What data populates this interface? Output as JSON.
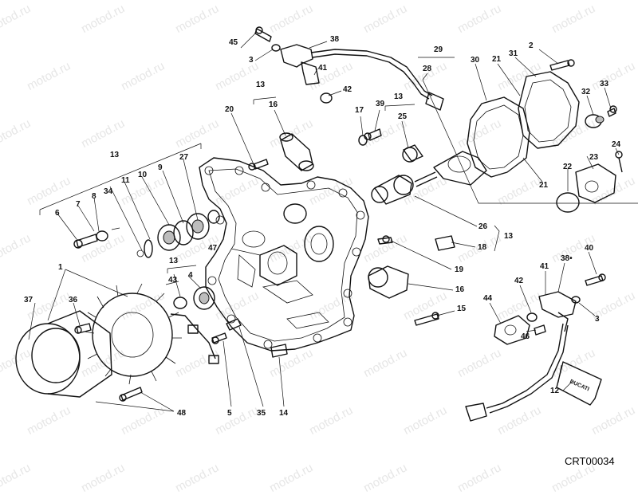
{
  "watermark": "motod.ru",
  "diagram_code": "CRT00034",
  "callouts": [
    {
      "id": "c45",
      "text": "45"
    },
    {
      "id": "c38a",
      "text": "38"
    },
    {
      "id": "c3a",
      "text": "3"
    },
    {
      "id": "c41a",
      "text": "41"
    },
    {
      "id": "c42a",
      "text": "42"
    },
    {
      "id": "c13a",
      "text": "13"
    },
    {
      "id": "c16a",
      "text": "16"
    },
    {
      "id": "c20",
      "text": "20"
    },
    {
      "id": "c17",
      "text": "17"
    },
    {
      "id": "c39",
      "text": "39"
    },
    {
      "id": "c13b",
      "text": "13"
    },
    {
      "id": "c25",
      "text": "25"
    },
    {
      "id": "c29",
      "text": "29"
    },
    {
      "id": "c28",
      "text": "28"
    },
    {
      "id": "c30",
      "text": "30"
    },
    {
      "id": "c21a",
      "text": "21"
    },
    {
      "id": "c31",
      "text": "31"
    },
    {
      "id": "c2",
      "text": "2"
    },
    {
      "id": "c33",
      "text": "33"
    },
    {
      "id": "c32",
      "text": "32"
    },
    {
      "id": "c23",
      "text": "23"
    },
    {
      "id": "c24",
      "text": "24"
    },
    {
      "id": "c22",
      "text": "22"
    },
    {
      "id": "c21b",
      "text": "21"
    },
    {
      "id": "c13c",
      "text": "13"
    },
    {
      "id": "c27",
      "text": "27"
    },
    {
      "id": "c9",
      "text": "9"
    },
    {
      "id": "c10",
      "text": "10"
    },
    {
      "id": "c11",
      "text": "11"
    },
    {
      "id": "c34",
      "text": "34"
    },
    {
      "id": "c8",
      "text": "8"
    },
    {
      "id": "c7",
      "text": "7"
    },
    {
      "id": "c6",
      "text": "6"
    },
    {
      "id": "c26",
      "text": "26"
    },
    {
      "id": "c13d",
      "text": "13"
    },
    {
      "id": "c18",
      "text": "18"
    },
    {
      "id": "c19",
      "text": "19"
    },
    {
      "id": "c47",
      "text": "47"
    },
    {
      "id": "c13e",
      "text": "13"
    },
    {
      "id": "c43",
      "text": "43"
    },
    {
      "id": "c4",
      "text": "4"
    },
    {
      "id": "c1",
      "text": "1"
    },
    {
      "id": "c37",
      "text": "37"
    },
    {
      "id": "c36",
      "text": "36"
    },
    {
      "id": "c16b",
      "text": "16"
    },
    {
      "id": "c15",
      "text": "15"
    },
    {
      "id": "c40",
      "text": "40"
    },
    {
      "id": "c41b",
      "text": "41"
    },
    {
      "id": "c38b",
      "text": "38•"
    },
    {
      "id": "c42b",
      "text": "42"
    },
    {
      "id": "c44",
      "text": "44"
    },
    {
      "id": "c3b",
      "text": "3"
    },
    {
      "id": "c46",
      "text": "46"
    },
    {
      "id": "c12",
      "text": "12"
    },
    {
      "id": "c48",
      "text": "48"
    },
    {
      "id": "c5",
      "text": "5"
    },
    {
      "id": "c35",
      "text": "35"
    },
    {
      "id": "c14",
      "text": "14"
    }
  ],
  "tube_brand": "DUCATI"
}
